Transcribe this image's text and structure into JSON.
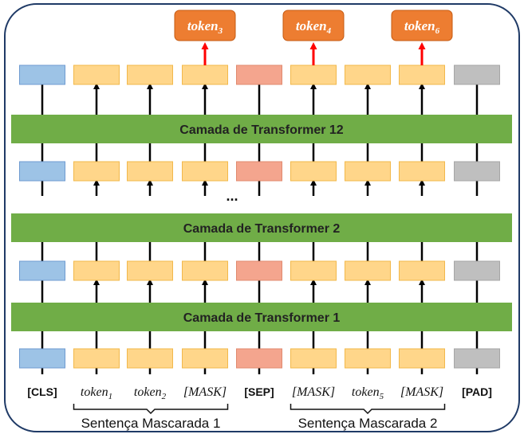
{
  "colors": {
    "cls": "#9dc3e6",
    "token": "#ffd68a",
    "sep": "#f4a58e",
    "pad": "#bfbfbf",
    "layer": "#70ad47",
    "output": "#ed7d31",
    "predict_arrow": "#ff0000",
    "arrow": "#000000"
  },
  "layers": [
    "Camada de Transformer 12",
    "Camada de Transformer 2",
    "Camada de Transformer 1"
  ],
  "ellipsis": "...",
  "columns": [
    {
      "kind": "cls",
      "label": "[CLS]"
    },
    {
      "kind": "token",
      "label_main": "token",
      "label_sub": "1"
    },
    {
      "kind": "token",
      "label_main": "token",
      "label_sub": "2"
    },
    {
      "kind": "token",
      "label": "[MASK]",
      "output_main": "token",
      "output_sub": "3"
    },
    {
      "kind": "sep",
      "label": "[SEP]"
    },
    {
      "kind": "token",
      "label": "[MASK]",
      "output_main": "token",
      "output_sub": "4"
    },
    {
      "kind": "token",
      "label_main": "token",
      "label_sub": "5"
    },
    {
      "kind": "token",
      "label": "[MASK]",
      "output_main": "token",
      "output_sub": "6"
    },
    {
      "kind": "pad",
      "label": "[PAD]"
    }
  ],
  "groups": [
    "Sentença Mascarada 1",
    "Sentença Mascarada 2"
  ]
}
